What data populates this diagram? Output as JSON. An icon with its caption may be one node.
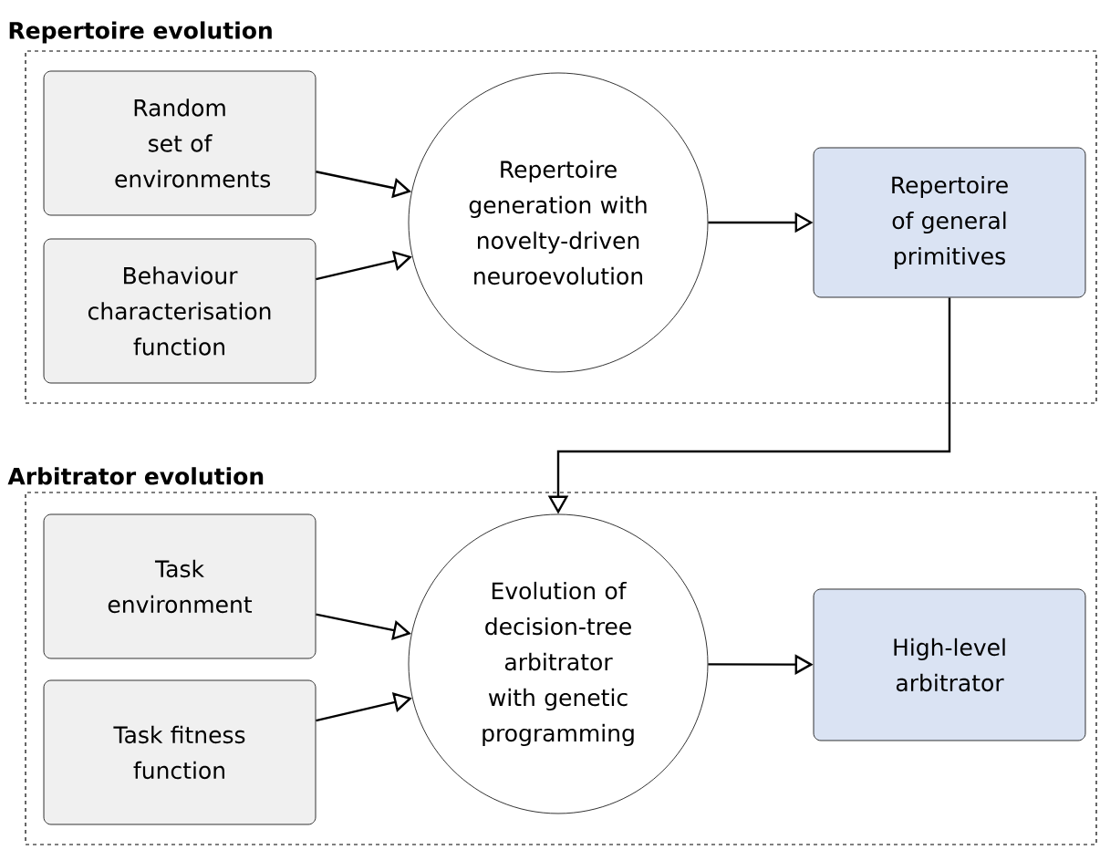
{
  "diagram": {
    "nodes": [
      {
        "text": [
          "Repertoire evolution"
        ]
      },
      {
        "text": [
          "Random set of environments"
        ],
        "in": 0
      },
      {
        "text": [
          "Behaviour characterisation function"
        ],
        "in": 0
      },
      {
        "text": [
          "Repertoire generation with novelty-driven neuroevolution"
        ],
        "in": 0
      },
      {
        "text": [
          "Repertoire of general primitives"
        ],
        "in": 0
      },
      {
        "text": [
          "Arbitrator evolution"
        ]
      },
      {
        "text": [
          "Task environment"
        ],
        "in": 5
      },
      {
        "text": [
          "Task fitness function"
        ],
        "in": 5
      },
      {
        "text": [
          "Evolution of decision-tree arbitrator with genetic programming"
        ],
        "in": 5
      },
      {
        "text": [
          "High-level arbitrator"
        ],
        "in": 5
      }
    ],
    "edges": [
      {
        "from": 1,
        "to": 3,
        "arrow": "to"
      },
      {
        "from": 2,
        "to": 3,
        "arrow": "to"
      },
      {
        "from": 3,
        "to": 4,
        "arrow": "to"
      },
      {
        "from": 4,
        "to": 8,
        "arrow": "to"
      },
      {
        "from": 6,
        "to": 8,
        "arrow": "to"
      },
      {
        "from": 7,
        "to": 8,
        "arrow": "to"
      },
      {
        "from": 8,
        "to": 9,
        "arrow": "to"
      }
    ]
  }
}
